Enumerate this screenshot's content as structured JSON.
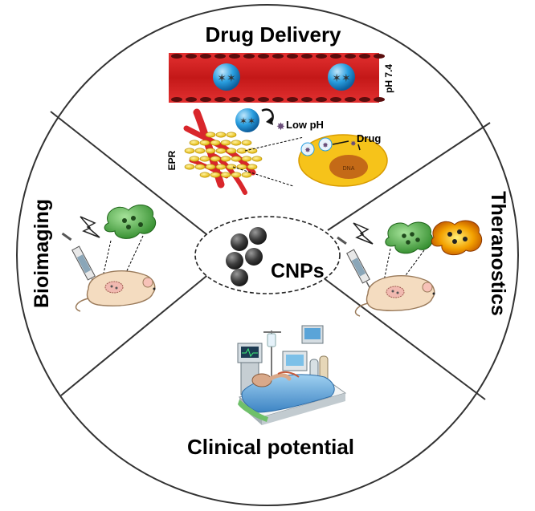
{
  "sections": {
    "top": "Drug Delivery",
    "left": "Bioimaging",
    "right": "Theranostics",
    "bottom": "Clinical potential"
  },
  "center": {
    "label": "CNPs"
  },
  "drug_delivery": {
    "ph_label": "pH 7.4",
    "low_ph_label": "Low pH",
    "drug_label": "Drug",
    "epr_label": "EPR"
  }
}
